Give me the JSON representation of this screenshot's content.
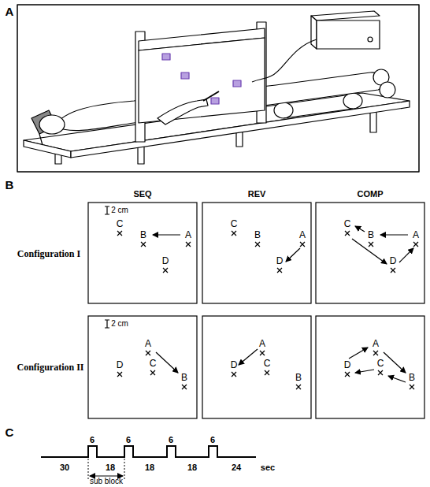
{
  "diagram": {
    "labels": [
      "A",
      "B",
      "SEQ",
      "REV",
      "COMP",
      "Configuration I",
      "2 cm",
      "C",
      "B",
      "A",
      "D",
      "C",
      "B",
      "A",
      "D",
      "C",
      "B",
      "A",
      "D",
      "Configuration II",
      "2 cm",
      "A",
      "D",
      "C",
      "B",
      "A",
      "D",
      "C",
      "B",
      "A",
      "D",
      "C",
      "B",
      "C",
      "6",
      "6",
      "6",
      "6",
      "30",
      "18",
      "18",
      "18",
      "24",
      "sec",
      "sub block"
    ]
  }
}
